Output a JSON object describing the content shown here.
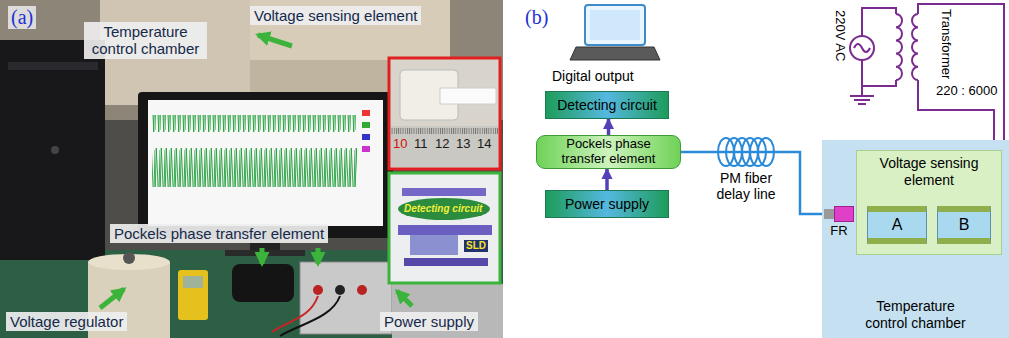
{
  "diagram": {
    "nodes": [
      {
        "text": [
          "Detecting circuit"
        ]
      },
      {
        "text": [
          "Pockels phase transfer element"
        ]
      },
      {
        "text": [
          "Power supply"
        ]
      },
      {
        "text": [
          "Temperature control chamber"
        ]
      },
      {
        "text": [
          "FR"
        ],
        "in": 3
      },
      {
        "text": [
          "Voltage sensing element"
        ],
        "in": 3
      },
      {
        "text": [
          "A"
        ],
        "in": 5
      },
      {
        "text": [
          "B"
        ],
        "in": 5
      }
    ],
    "edges": [
      {
        "from": 2,
        "to": 1,
        "arrow": "to"
      },
      {
        "from": 1,
        "to": 0,
        "arrow": "to"
      },
      {
        "from": 1,
        "to": 4,
        "arrow": "none"
      },
      {
        "from": 4,
        "to": 6,
        "arrow": "none"
      }
    ],
    "labels": [
      "(a)",
      "Temperature control chamber",
      "Voltage sensing element",
      "Pockels phase transfer element",
      "Voltage regulator",
      "Power supply",
      "10",
      "11",
      "12",
      "13",
      "14",
      "Detecting circuit",
      "SLD",
      "(b)",
      "Digital output",
      "PM fiber delay line",
      "220V AC",
      "Transformer",
      "220 : 6000"
    ]
  }
}
